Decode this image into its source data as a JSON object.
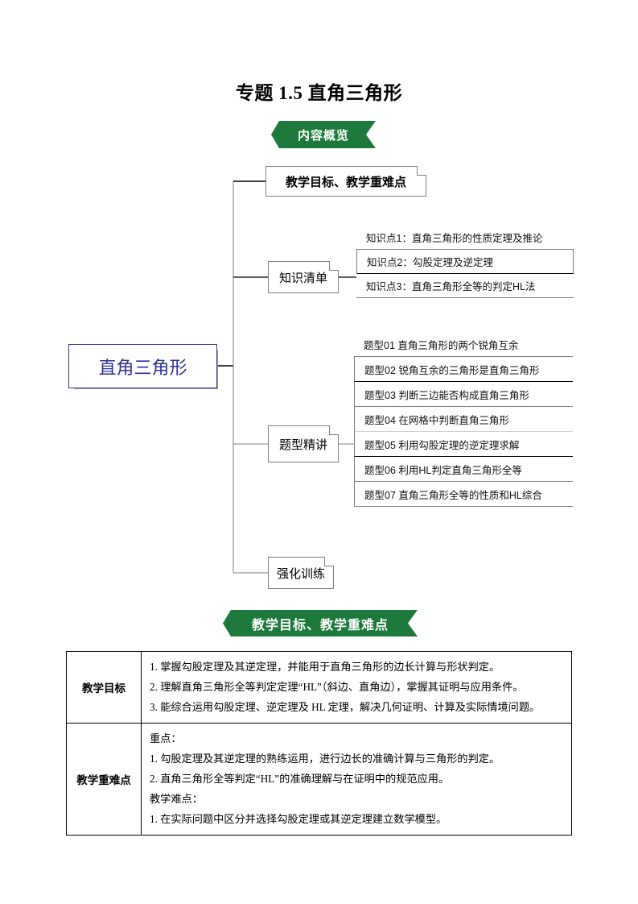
{
  "document": {
    "title": "专题 1.5  直角三角形"
  },
  "banners": {
    "overview": "内容概览",
    "objectives": "教学目标、教学重难点"
  },
  "mindmap": {
    "root": "直角三角形",
    "branches": [
      {
        "label": "教学目标、教学重难点",
        "children": []
      },
      {
        "label": "知识清单",
        "children": [
          "知识点1：直角三角形的性质定理及推论",
          "知识点2：勾股定理及逆定理",
          "知识点3：直角三角形全等的判定HL法"
        ]
      },
      {
        "label": "题型精讲",
        "children": [
          "题型01 直角三角形的两个锐角互余",
          "题型02 锐角互余的三角形是直角三角形",
          "题型03 判断三边能否构成直角三角形",
          "题型04 在网格中判断直角三角形",
          "题型05 利用勾股定理的逆定理求解",
          "题型06 利用HL判定直角三角形全等",
          "题型07 直角三角形全等的性质和HL综合"
        ]
      },
      {
        "label": "强化训练",
        "children": []
      }
    ]
  },
  "table": {
    "rows": [
      {
        "header": "教学目标",
        "lines": [
          "1. 掌握勾股定理及其逆定理，并能用于直角三角形的边长计算与形状判定。",
          "2. 理解直角三角形全等判定定理“HL”（斜边、直角边），掌握其证明与应用条件。",
          "3. 能综合运用勾股定理、逆定理及 HL 定理，解决几何证明、计算及实际情境问题。"
        ]
      },
      {
        "header": "教学重难点",
        "lines": [
          "重点：",
          "1. 勾股定理及其逆定理的熟练运用，进行边长的准确计算与三角形的判定。",
          "2. 直角三角形全等判定“HL”的准确理解与在证明中的规范应用。",
          "教学难点：",
          "1. 在实际问题中区分并选择勾股定理或其逆定理建立数学模型。"
        ]
      }
    ]
  },
  "colors": {
    "banner_green": "#1d7a3c",
    "root_text_blue": "#2e3192",
    "node_border": "#7f7f7f"
  }
}
